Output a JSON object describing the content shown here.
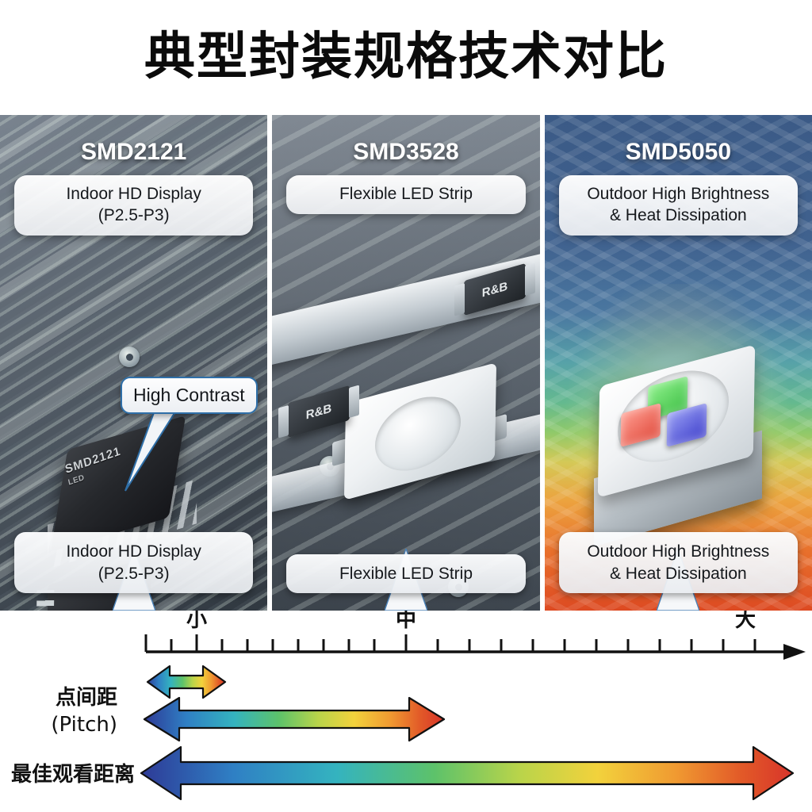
{
  "title": "典型封装规格技术对比",
  "panels": [
    {
      "heading": "SMD2121",
      "caption": "Indoor HD Display\n(P2.5-P3)",
      "caption_line1": "Indoor HD Display",
      "caption_line2": "(P2.5-P3)",
      "callout_line1": "Indoor HD Display",
      "callout_line2": "(P2.5-P3)",
      "badge": "High Contrast",
      "chip_marking_line1": "SMD2121",
      "chip_marking_line2": "LED"
    },
    {
      "heading": "SMD3528",
      "caption_line1": "Flexible LED Strip",
      "caption_line2": "",
      "callout_line1": "Flexible LED Strip",
      "callout_line2": "",
      "resistor_marking": "R&B"
    },
    {
      "heading": "SMD5050",
      "caption_line1": "Outdoor High Brightness",
      "caption_line2": "& Heat Dissipation",
      "callout_line1": "Outdoor High Brightness",
      "callout_line2": "& Heat Dissipation"
    }
  ],
  "chart_data": {
    "type": "bar",
    "title": "",
    "xlabel": "",
    "ylabel": "",
    "orientation": "horizontal",
    "axis_ticks": [
      "小",
      "中",
      "大"
    ],
    "tick_positions": [
      0.08,
      0.42,
      0.94
    ],
    "categories": [
      "点间距\n(Pitch)",
      "点间距\n(Pitch)",
      "最佳观看距离"
    ],
    "rows": [
      {
        "label_line1": "点间距",
        "label_line2": "(Pitch)",
        "values": [
          0.0,
          0.13
        ],
        "span_start": 0.0,
        "span_end": 0.13
      },
      {
        "label_line1": "",
        "label_line2": "",
        "values": [
          0.0,
          0.47
        ],
        "span_start": 0.0,
        "span_end": 0.47
      },
      {
        "label_line1": "最佳观看距离",
        "label_line2": "",
        "values": [
          0.0,
          1.0
        ],
        "span_start": 0.0,
        "span_end": 1.0
      }
    ],
    "grid": false,
    "legend": "none",
    "xlim": [
      0,
      1
    ],
    "gradient_stops": [
      "#2e3a96",
      "#2f7fc4",
      "#34b3bf",
      "#5dc26a",
      "#b9d44a",
      "#f2d23c",
      "#f09a31",
      "#e25a28",
      "#d8342a"
    ]
  },
  "colors": {
    "accent_blue": "#2f6fa8",
    "panel_dark": "#56626f",
    "caption_bg": "#f4f6f8",
    "text_dark": "#15181c",
    "text_light": "#ffffff"
  }
}
